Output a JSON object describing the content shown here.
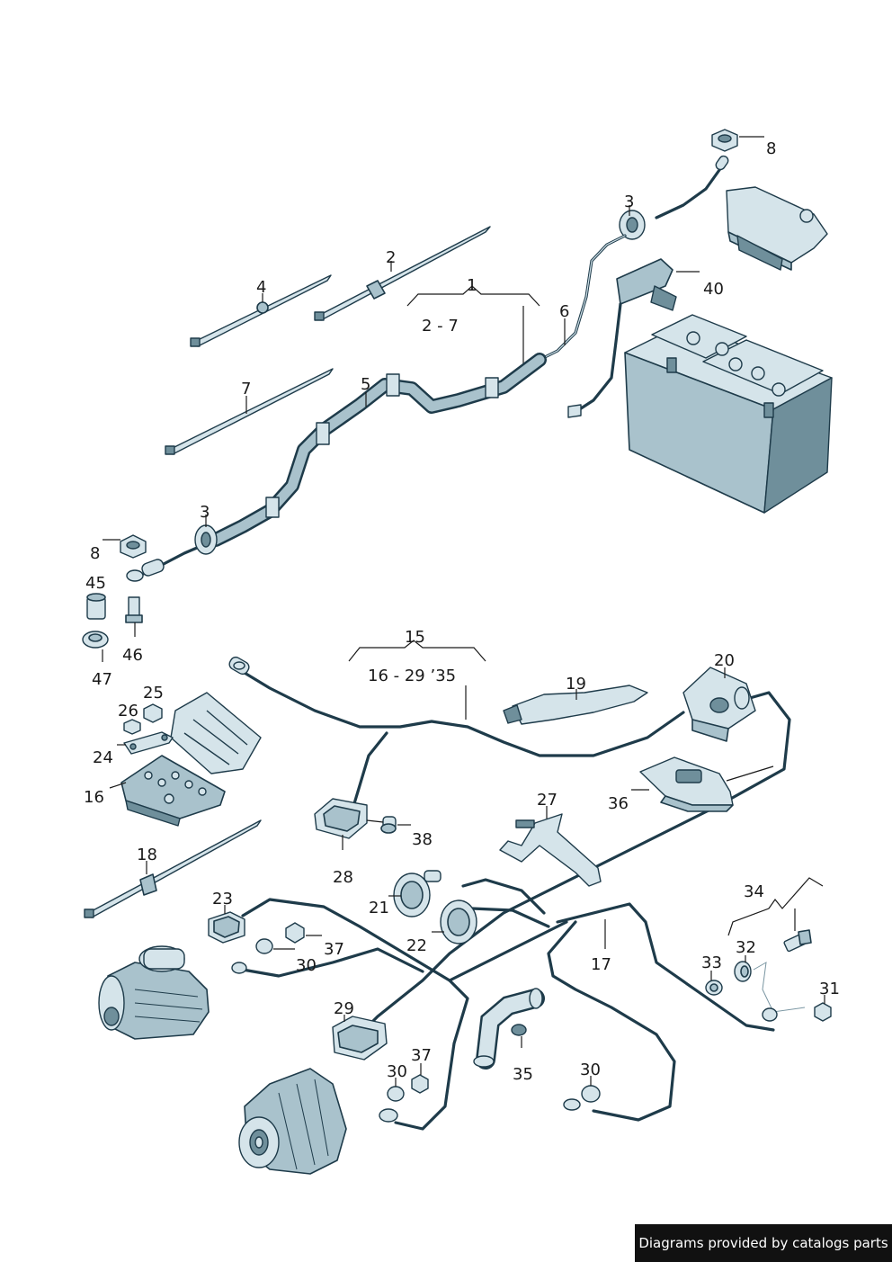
{
  "callouts": {
    "c8a": "8",
    "c3a": "3",
    "c2": "2",
    "c4": "4",
    "c1": "1",
    "c1range": "2 - 7",
    "c6": "6",
    "c40": "40",
    "c7": "7",
    "c5": "5",
    "c3b": "3",
    "c8b": "8",
    "c45": "45",
    "c46": "46",
    "c47": "47",
    "c15": "15",
    "c15range": "16 - 29  ’35",
    "c19": "19",
    "c20": "20",
    "c25": "25",
    "c26": "26",
    "c24": "24",
    "c16": "16",
    "c36": "36",
    "c27": "27",
    "c38": "38",
    "c28": "28",
    "c18": "18",
    "c21": "21",
    "c22": "22",
    "c17": "17",
    "c34": "34",
    "c23": "23",
    "c37a": "37",
    "c30a": "30",
    "c32": "32",
    "c33": "33",
    "c31": "31",
    "c29": "29",
    "c37b": "37",
    "c30b": "30",
    "c35": "35",
    "c30c": "30"
  },
  "footer": {
    "text": "Diagrams provided by catalogs parts"
  },
  "colors": {
    "wire": "#1e3b4a",
    "part_fill": "#a9c2cc",
    "footer_bg": "#111111"
  }
}
